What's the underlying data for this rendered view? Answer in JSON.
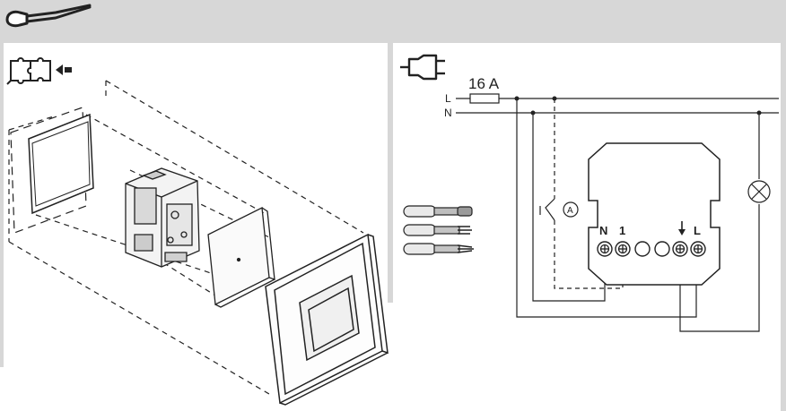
{
  "wiring": {
    "fuse_rating": "16 A",
    "line_label": "L",
    "neutral_label": "N",
    "switch_marker": "A",
    "terminal_n_label": "N",
    "terminal_1_label": "1",
    "terminal_l_label": "L"
  },
  "colors": {
    "header_gray": "#d7d7d7",
    "stroke": "#222222"
  }
}
